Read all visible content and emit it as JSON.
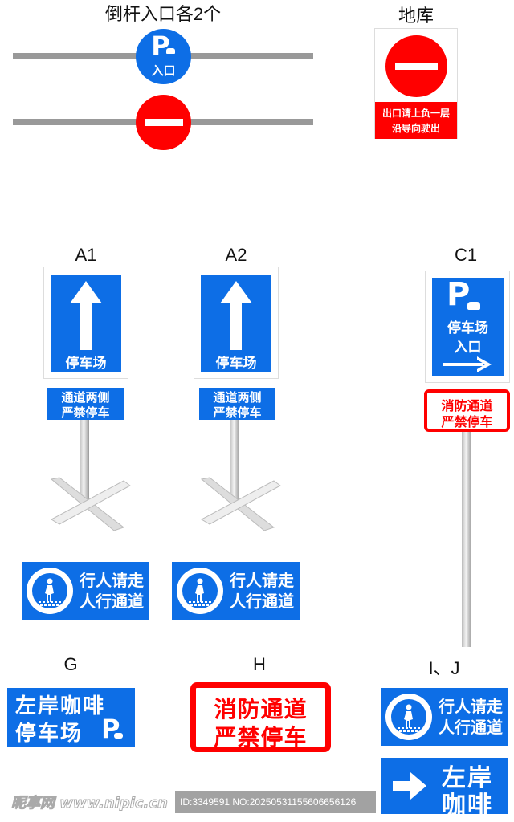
{
  "titles": {
    "barrier": "倒杆入口各2个",
    "garage": "地库",
    "a1": "A1",
    "a2": "A2",
    "c1": "C1",
    "g": "G",
    "h": "H",
    "ij": "I、J"
  },
  "barrier_entry": {
    "p": "P",
    "text": "入口"
  },
  "garage_sign": {
    "line1": "出口请上负一层",
    "line2": "沿导向驶出"
  },
  "a_sign": {
    "text": "停车场",
    "sub1": "通道两侧",
    "sub2": "严禁停车"
  },
  "c1_sign": {
    "p": "P",
    "line1": "停车场",
    "line2": "入口",
    "sub1": "消防通道",
    "sub2": "严禁停车"
  },
  "ped_sign": {
    "line1": "行人请走",
    "line2": "人行通道"
  },
  "g_sign": {
    "line1": "左岸咖啡",
    "line2": "停车场",
    "p": "P"
  },
  "h_sign": {
    "line1": "消防通道",
    "line2": "严禁停车"
  },
  "j_sign": {
    "line1": "左岸",
    "line2": "咖啡"
  },
  "watermark": {
    "site": "昵享网 www.nipic.cn",
    "id": "ID:3349591 NO:20250531155606656126"
  },
  "colors": {
    "blue": "#0d6ee6",
    "red": "#ff0000"
  }
}
